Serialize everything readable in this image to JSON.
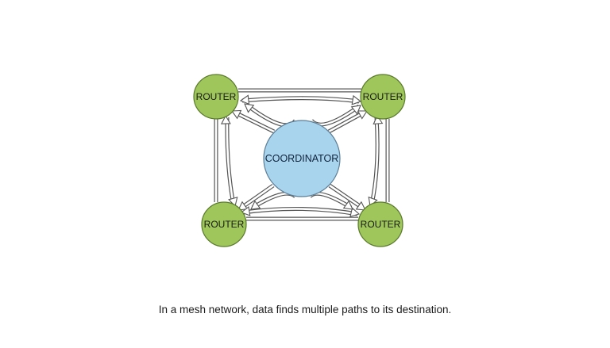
{
  "diagram": {
    "coordinator": {
      "label": "COORDINATOR",
      "fill": "#a8d4ee",
      "stroke": "#5b7d95"
    },
    "routers": [
      {
        "label": "ROUTER"
      },
      {
        "label": "ROUTER"
      },
      {
        "label": "ROUTER"
      },
      {
        "label": "ROUTER"
      }
    ],
    "router_style": {
      "fill": "#9ec65a",
      "stroke": "#5a7a2c"
    },
    "arrow_color": "#555555"
  },
  "caption": "In a mesh network, data finds multiple paths to its destination."
}
